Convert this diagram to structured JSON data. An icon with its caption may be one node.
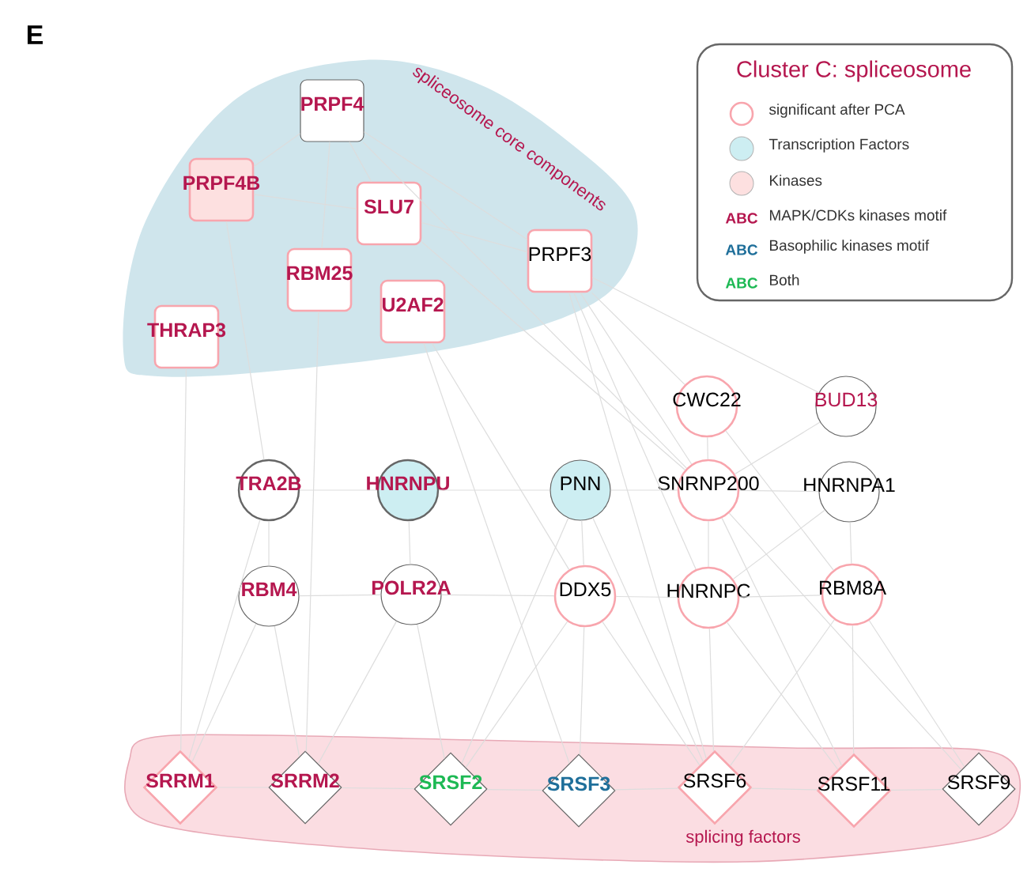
{
  "diagram": {
    "title": "Cluster C: spliceosome",
    "nodes": [
      {
        "text": [
          "spliceosome core components"
        ]
      },
      {
        "text": [
          "PRPF4"
        ],
        "in": 0
      },
      {
        "text": [
          "PRPF4B"
        ],
        "in": 0
      },
      {
        "text": [
          "SLU7"
        ],
        "in": 0
      },
      {
        "text": [
          "RBM25"
        ],
        "in": 0
      },
      {
        "text": [
          "U2AF2"
        ],
        "in": 0
      },
      {
        "text": [
          "PRPF3"
        ],
        "in": 0
      },
      {
        "text": [
          "THRAP3"
        ],
        "in": 0
      },
      {
        "text": [
          "CWC22"
        ]
      },
      {
        "text": [
          "BUD13"
        ]
      },
      {
        "text": [
          "TRA2B"
        ]
      },
      {
        "text": [
          "HNRNPU"
        ]
      },
      {
        "text": [
          "PNN"
        ]
      },
      {
        "text": [
          "SNRNP200"
        ]
      },
      {
        "text": [
          "HNRNPA1"
        ]
      },
      {
        "text": [
          "RBM4"
        ]
      },
      {
        "text": [
          "POLR2A"
        ]
      },
      {
        "text": [
          "DDX5"
        ]
      },
      {
        "text": [
          "HNRNPC"
        ]
      },
      {
        "text": [
          "RBM8A"
        ]
      },
      {
        "text": [
          "splicing factors"
        ]
      },
      {
        "text": [
          "SRRM1"
        ],
        "in": 20
      },
      {
        "text": [
          "SRRM2"
        ],
        "in": 20
      },
      {
        "text": [
          "SRSF2"
        ],
        "in": 20
      },
      {
        "text": [
          "SRSF3"
        ],
        "in": 20
      },
      {
        "text": [
          "SRSF6"
        ],
        "in": 20
      },
      {
        "text": [
          "SRSF11"
        ],
        "in": 20
      },
      {
        "text": [
          "SRSF9"
        ],
        "in": 20
      }
    ],
    "edges": [
      {
        "from": 10,
        "to": 11,
        "arrow": "none"
      },
      {
        "from": 11,
        "to": 12,
        "arrow": "none"
      },
      {
        "from": 12,
        "to": 13,
        "arrow": "none"
      },
      {
        "from": 13,
        "to": 14,
        "arrow": "none"
      },
      {
        "from": 15,
        "to": 16,
        "arrow": "none"
      },
      {
        "from": 16,
        "to": 17,
        "arrow": "none"
      },
      {
        "from": 17,
        "to": 18,
        "arrow": "none"
      },
      {
        "from": 18,
        "to": 19,
        "arrow": "none"
      },
      {
        "from": 21,
        "to": 22,
        "arrow": "none"
      },
      {
        "from": 22,
        "to": 23,
        "arrow": "none"
      },
      {
        "from": 23,
        "to": 24,
        "arrow": "none"
      },
      {
        "from": 24,
        "to": 25,
        "arrow": "none"
      },
      {
        "from": 25,
        "to": 26,
        "arrow": "none"
      },
      {
        "from": 26,
        "to": 27,
        "arrow": "none"
      },
      {
        "from": 7,
        "to": 21,
        "arrow": "none"
      },
      {
        "from": 8,
        "to": 13,
        "arrow": "none"
      },
      {
        "from": 13,
        "to": 18,
        "arrow": "none"
      },
      {
        "from": 14,
        "to": 19,
        "arrow": "none"
      },
      {
        "from": 12,
        "to": 17,
        "arrow": "none"
      },
      {
        "from": 11,
        "to": 16,
        "arrow": "none"
      },
      {
        "from": 10,
        "to": 15,
        "arrow": "none"
      },
      {
        "from": 1,
        "to": 3,
        "arrow": "none"
      },
      {
        "from": 1,
        "to": 2,
        "arrow": "none"
      },
      {
        "from": 1,
        "to": 6,
        "arrow": "none"
      },
      {
        "from": 2,
        "to": 3,
        "arrow": "none"
      },
      {
        "from": 3,
        "to": 6,
        "arrow": "none"
      },
      {
        "from": 1,
        "to": 4,
        "arrow": "none"
      },
      {
        "from": 1,
        "to": 13,
        "arrow": "none"
      },
      {
        "from": 6,
        "to": 8,
        "arrow": "none"
      },
      {
        "from": 6,
        "to": 13,
        "arrow": "none"
      },
      {
        "from": 6,
        "to": 9,
        "arrow": "none"
      },
      {
        "from": 6,
        "to": 18,
        "arrow": "none"
      },
      {
        "from": 6,
        "to": 25,
        "arrow": "none"
      },
      {
        "from": 4,
        "to": 22,
        "arrow": "none"
      },
      {
        "from": 5,
        "to": 17,
        "arrow": "none"
      },
      {
        "from": 5,
        "to": 24,
        "arrow": "none"
      },
      {
        "from": 3,
        "to": 13,
        "arrow": "none"
      },
      {
        "from": 2,
        "to": 10,
        "arrow": "none"
      },
      {
        "from": 9,
        "to": 13,
        "arrow": "none"
      },
      {
        "from": 13,
        "to": 26,
        "arrow": "none"
      },
      {
        "from": 13,
        "to": 27,
        "arrow": "none"
      },
      {
        "from": 18,
        "to": 25,
        "arrow": "none"
      },
      {
        "from": 18,
        "to": 26,
        "arrow": "none"
      },
      {
        "from": 19,
        "to": 26,
        "arrow": "none"
      },
      {
        "from": 19,
        "to": 27,
        "arrow": "none"
      },
      {
        "from": 17,
        "to": 24,
        "arrow": "none"
      },
      {
        "from": 17,
        "to": 23,
        "arrow": "none"
      },
      {
        "from": 16,
        "to": 23,
        "arrow": "none"
      },
      {
        "from": 16,
        "to": 22,
        "arrow": "none"
      },
      {
        "from": 15,
        "to": 21,
        "arrow": "none"
      },
      {
        "from": 15,
        "to": 22,
        "arrow": "none"
      },
      {
        "from": 10,
        "to": 21,
        "arrow": "none"
      },
      {
        "from": 12,
        "to": 23,
        "arrow": "none"
      },
      {
        "from": 12,
        "to": 25,
        "arrow": "none"
      },
      {
        "from": 8,
        "to": 19,
        "arrow": "none"
      },
      {
        "from": 17,
        "to": 25,
        "arrow": "none"
      },
      {
        "from": 19,
        "to": 25,
        "arrow": "none"
      },
      {
        "from": 14,
        "to": 18,
        "arrow": "none"
      }
    ],
    "labels": [
      "E",
      "ABC",
      "ABC",
      "ABC"
    ],
    "legend": [
      {
        "text": "significant after PCA"
      },
      {
        "text": "Transcription Factors",
        "color": "#cdeef2"
      },
      {
        "text": "Kinases",
        "color": "#fde0e0"
      },
      {
        "text": "MAPK/CDKs kinases motif",
        "color": "#b5174f"
      },
      {
        "text": "Basophilic kinases motif",
        "color": "#1f6f9a"
      },
      {
        "text": "Both",
        "color": "#1db954"
      }
    ]
  }
}
